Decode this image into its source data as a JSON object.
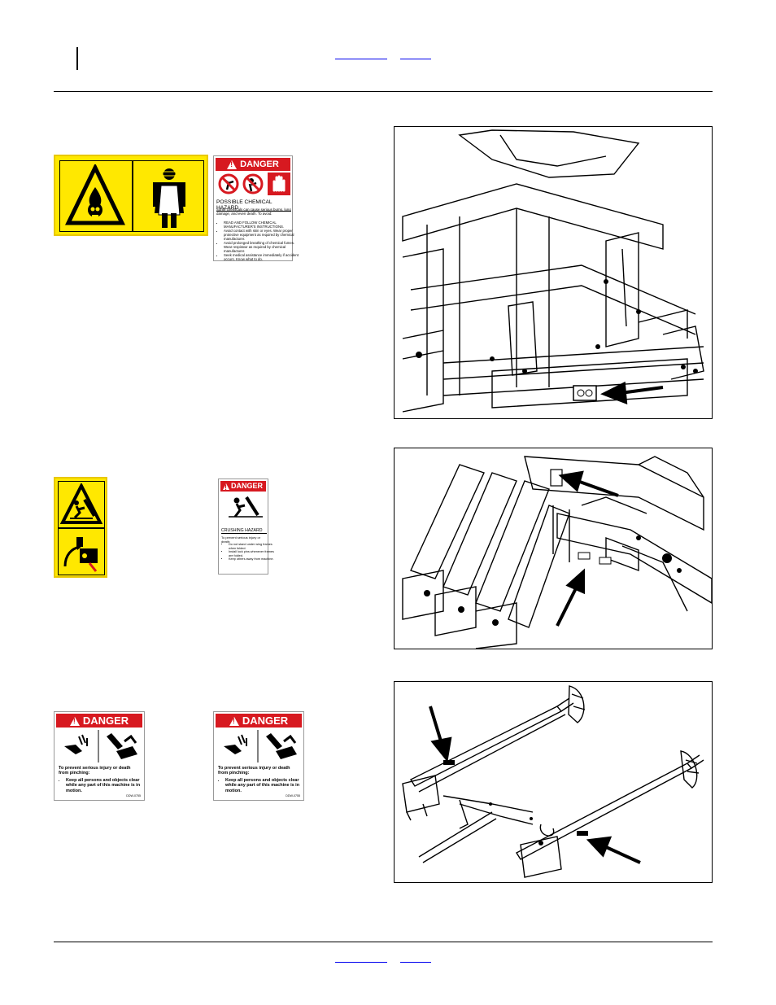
{
  "header": {
    "link_left": "",
    "link_right": ""
  },
  "footer": {
    "link_left": "",
    "link_right": ""
  },
  "decals": {
    "chemical_danger": {
      "header": "DANGER",
      "title": "POSSIBLE CHEMICAL HAZARD",
      "intro": "Some chemicals can cause serious burns, lung damage, and even death. To avoid:",
      "bullets": [
        "READ AND FOLLOW CHEMICAL MANUFACTURER'S INSTRUCTIONS.",
        "Avoid contact with skin or eyes. Wear proper protective equipment as required by chemical manufacturer.",
        "Avoid prolonged breathing of chemical fumes. Wear respirator as required by chemical manufacturer.",
        "Seek medical assistance immediately if accident occurs. Know what to do."
      ]
    },
    "crushing_danger": {
      "header": "DANGER",
      "title": "CRUSHING HAZARD",
      "intro": "To prevent serious injury or death:",
      "bullets": [
        "Do not stand under wing frames when folded.",
        "Install lock pins whenever frames are folded.",
        "Keep others away from machine."
      ]
    },
    "pinch_danger_1": {
      "header": "DANGER",
      "intro": "To prevent serious injury or death from pinching:",
      "bullet": "Keep all persons and objects clear while any part of this machine is in motion.",
      "code": "DDW-0755"
    },
    "pinch_danger_2": {
      "header": "DANGER",
      "intro": "To prevent serious injury or death from pinching:",
      "bullet": "Keep all persons and objects clear while any part of this machine is in motion.",
      "code": "DDW-0755"
    }
  }
}
